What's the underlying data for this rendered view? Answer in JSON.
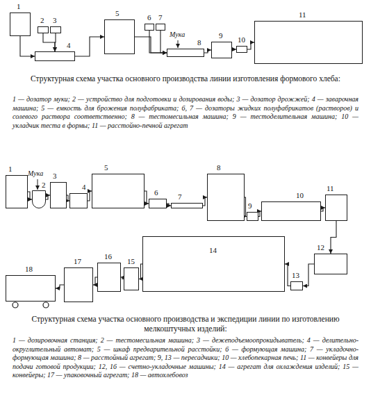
{
  "diagram": {
    "nodes": [
      {
        "text": [
          "1"
        ]
      },
      {
        "text": [
          "2"
        ]
      },
      {
        "text": [
          "3"
        ]
      },
      {
        "text": [
          "4"
        ]
      },
      {
        "text": [
          "5"
        ]
      },
      {
        "text": [
          "6"
        ]
      },
      {
        "text": [
          "7"
        ]
      },
      {
        "text": [
          "8"
        ]
      },
      {
        "text": [
          "9"
        ]
      },
      {
        "text": [
          "10"
        ]
      },
      {
        "text": [
          "11"
        ]
      },
      {
        "text": [
          "1"
        ]
      },
      {
        "text": [
          "2"
        ]
      },
      {
        "text": [
          "3"
        ]
      },
      {
        "text": [
          "4"
        ]
      },
      {
        "text": [
          "5"
        ]
      },
      {
        "text": [
          "6"
        ]
      },
      {
        "text": [
          "7"
        ]
      },
      {
        "text": [
          "8"
        ]
      },
      {
        "text": [
          "9"
        ]
      },
      {
        "text": [
          "10"
        ]
      },
      {
        "text": [
          "11"
        ]
      },
      {
        "text": [
          "12"
        ]
      },
      {
        "text": [
          "13"
        ]
      },
      {
        "text": [
          "14"
        ]
      },
      {
        "text": [
          "15"
        ]
      },
      {
        "text": [
          "16"
        ]
      },
      {
        "text": [
          "17"
        ]
      },
      {
        "text": [
          "18"
        ]
      }
    ],
    "edges": [
      {
        "from": 0,
        "to": 3,
        "arrow": "to"
      },
      {
        "from": 1,
        "to": 3,
        "arrow": "to"
      },
      {
        "from": 2,
        "to": 3,
        "arrow": "to"
      },
      {
        "from": 3,
        "to": 4,
        "arrow": "to"
      },
      {
        "from": 4,
        "to": 7,
        "arrow": "to"
      },
      {
        "from": 5,
        "to": 7,
        "arrow": "to"
      },
      {
        "from": 6,
        "to": 7,
        "arrow": "to"
      },
      {
        "from": 7,
        "to": 8,
        "arrow": "to"
      },
      {
        "from": 8,
        "to": 9,
        "arrow": "to"
      },
      {
        "from": 9,
        "to": 10,
        "arrow": "to"
      },
      {
        "from": 11,
        "to": 12,
        "arrow": "to"
      },
      {
        "from": 12,
        "to": 13,
        "arrow": "to"
      },
      {
        "from": 13,
        "to": 14,
        "arrow": "to"
      },
      {
        "from": 14,
        "to": 15,
        "arrow": "to"
      },
      {
        "from": 15,
        "to": 16,
        "arrow": "to"
      },
      {
        "from": 16,
        "to": 17,
        "arrow": "to"
      },
      {
        "from": 17,
        "to": 18,
        "arrow": "to"
      },
      {
        "from": 18,
        "to": 19,
        "arrow": "to"
      },
      {
        "from": 19,
        "to": 20,
        "arrow": "to"
      },
      {
        "from": 20,
        "to": 21,
        "arrow": "to"
      },
      {
        "from": 21,
        "to": 22,
        "arrow": "to"
      },
      {
        "from": 22,
        "to": 23,
        "arrow": "to"
      },
      {
        "from": 23,
        "to": 24,
        "arrow": "to"
      },
      {
        "from": 24,
        "to": 25,
        "arrow": "to"
      },
      {
        "from": 25,
        "to": 26,
        "arrow": "to"
      },
      {
        "from": 26,
        "to": 27,
        "arrow": "to"
      },
      {
        "from": 27,
        "to": 28,
        "arrow": "to"
      }
    ],
    "labels": [
      "Мука",
      "Структурная схема участка основного производства линии изготовления формового хлеба:",
      "1 — дозатор муки; 2 — устройство для подготовки и дозирования воды; 3 — дозатор дрожжей; 4 — заварочная машина; 5 — емкость для брожения полуфабриката; 6, 7 — дозаторы жидких полуфабрикатов (растворов) и солевого раствора соответственно; 8 — тестомесильная машина; 9 — тестоделительная машина; 10 — укладчик теста в формы; 11 — расстойно-печной агрегат",
      "Мука",
      "Структурная схема участка основного производства и экспедиции линии по изготовлению мелкоштучных изделий:",
      "1 — дозировочная станция; 2 — тестомесильная машина; 3 — дежеподъемоопрокидыватель; 4 — делительно-округлительный автомат; 5 — шкаф предварительной расстойки; 6 — формующая машина; 7 — укладочно-формующая машина; 8 — расстойный агрегат; 9, 13 — пересадчики; 10 — хлебопекарная печь; 11 — конвейеры для подачи готовой продукции; 12, 16 — счетно-укладочные машины; 14 — агрегат для охлаждения изделий; 15 — конвейеры; 17 — упаковочный агрегат; 18 — автохлебовоз"
    ]
  }
}
